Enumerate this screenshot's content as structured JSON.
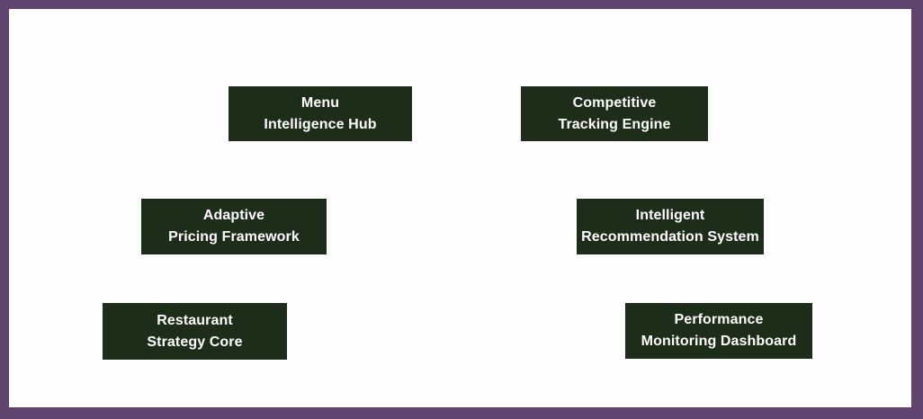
{
  "diagram": {
    "nodes": [
      {
        "id": "menu-intelligence-hub",
        "label_line1": "Menu",
        "label_line2": "Intelligence Hub"
      },
      {
        "id": "competitive-tracking-engine",
        "label_line1": "Competitive",
        "label_line2": "Tracking Engine"
      },
      {
        "id": "adaptive-pricing-framework",
        "label_line1": "Adaptive",
        "label_line2": "Pricing Framework"
      },
      {
        "id": "intelligent-recommendation-system",
        "label_line1": "Intelligent",
        "label_line2": "Recommendation System"
      },
      {
        "id": "restaurant-strategy-core",
        "label_line1": "Restaurant",
        "label_line2": "Strategy Core"
      },
      {
        "id": "performance-monitoring-dashboard",
        "label_line1": "Performance",
        "label_line2": "Monitoring Dashboard"
      }
    ],
    "colors": {
      "node_background": "#1e2c1a",
      "node_text": "#ffffff",
      "frame_border": "#5f4470",
      "canvas_background": "#fdfdfd"
    }
  }
}
